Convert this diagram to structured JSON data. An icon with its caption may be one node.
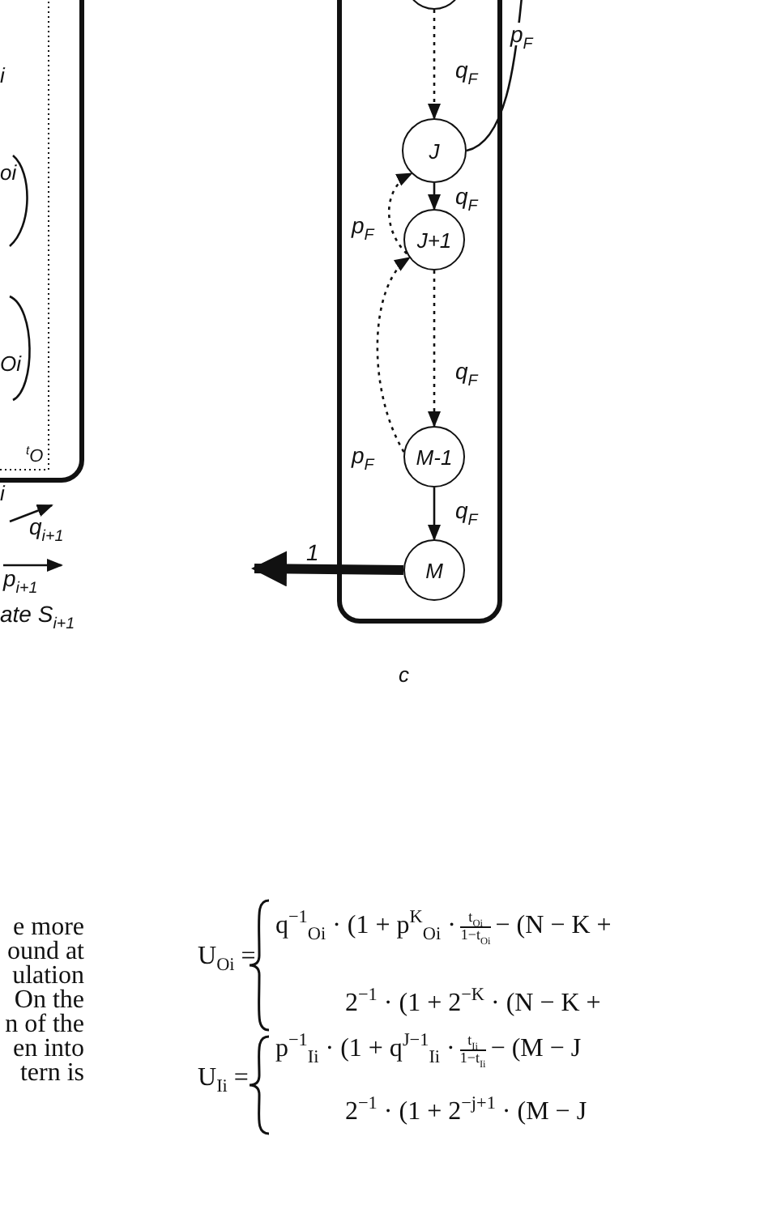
{
  "diagram": {
    "caption": "c",
    "nodes": [
      {
        "text": [],
        "shape": "box"
      },
      {
        "text": [],
        "shape": "circle",
        "in": 0
      },
      {
        "text": [
          "J"
        ],
        "in": 0
      },
      {
        "text": [
          "J+1"
        ],
        "in": 0
      },
      {
        "text": [
          "M-1"
        ],
        "in": 0
      },
      {
        "text": [
          "M"
        ],
        "in": 0
      },
      {
        "text": [],
        "shape": "box"
      }
    ],
    "edges": [
      {
        "from": 1,
        "to": 2,
        "arrow": "to",
        "label": "q$_{F}$",
        "style": "dashed"
      },
      {
        "from": 2,
        "to": 3,
        "arrow": "to",
        "label": "q$_{F}$"
      },
      {
        "from": 3,
        "to": 4,
        "arrow": "to",
        "label": "q$_{F}$",
        "style": "dashed"
      },
      {
        "from": 4,
        "to": 5,
        "arrow": "to",
        "label": "q$_{F}$"
      },
      {
        "from": 3,
        "to": 2,
        "arrow": "to",
        "label": "p$_{F}$",
        "style": "dashed"
      },
      {
        "from": 4,
        "to": 3,
        "arrow": "to",
        "label": "p$_{F}$",
        "style": "dashed"
      },
      {
        "from": 2,
        "to": null,
        "arrow": "none",
        "label": "p$_{F}$"
      },
      {
        "from": 5,
        "to": null,
        "arrow": "to",
        "label": "1",
        "style": "thick"
      }
    ],
    "labels": [
      "i",
      "oi",
      "Oi",
      "$^{t}$O",
      "i",
      "q$_{i+1}$",
      "p$_{i+1}$",
      "ate S$_{i+1}$",
      "e more",
      "ound at",
      "ulation",
      "On the",
      "n of the",
      "en into",
      "tern is",
      "U$_{Oi}$ =",
      "q$^{−1}$$_{Oi}$ · (1 + p$^{K}$$_{Oi}$ ·",
      "t$_{Oi}$",
      "1−t$_{Oi}$",
      "− (N − K +",
      "2$^{−1}$ · (1 + 2$^{−K}$ · (N − K +",
      "U$_{Ii}$ =",
      "p$^{−1}$$_{Ii}$ · (1 + q$^{J−1}$$_{Ii}$ ·",
      "t$_{Ii}$",
      "1−t$_{Ii}$",
      "− (M − J",
      "2$^{−1}$ · (1 + 2$^{−j+1}$ · (M − J"
    ]
  }
}
